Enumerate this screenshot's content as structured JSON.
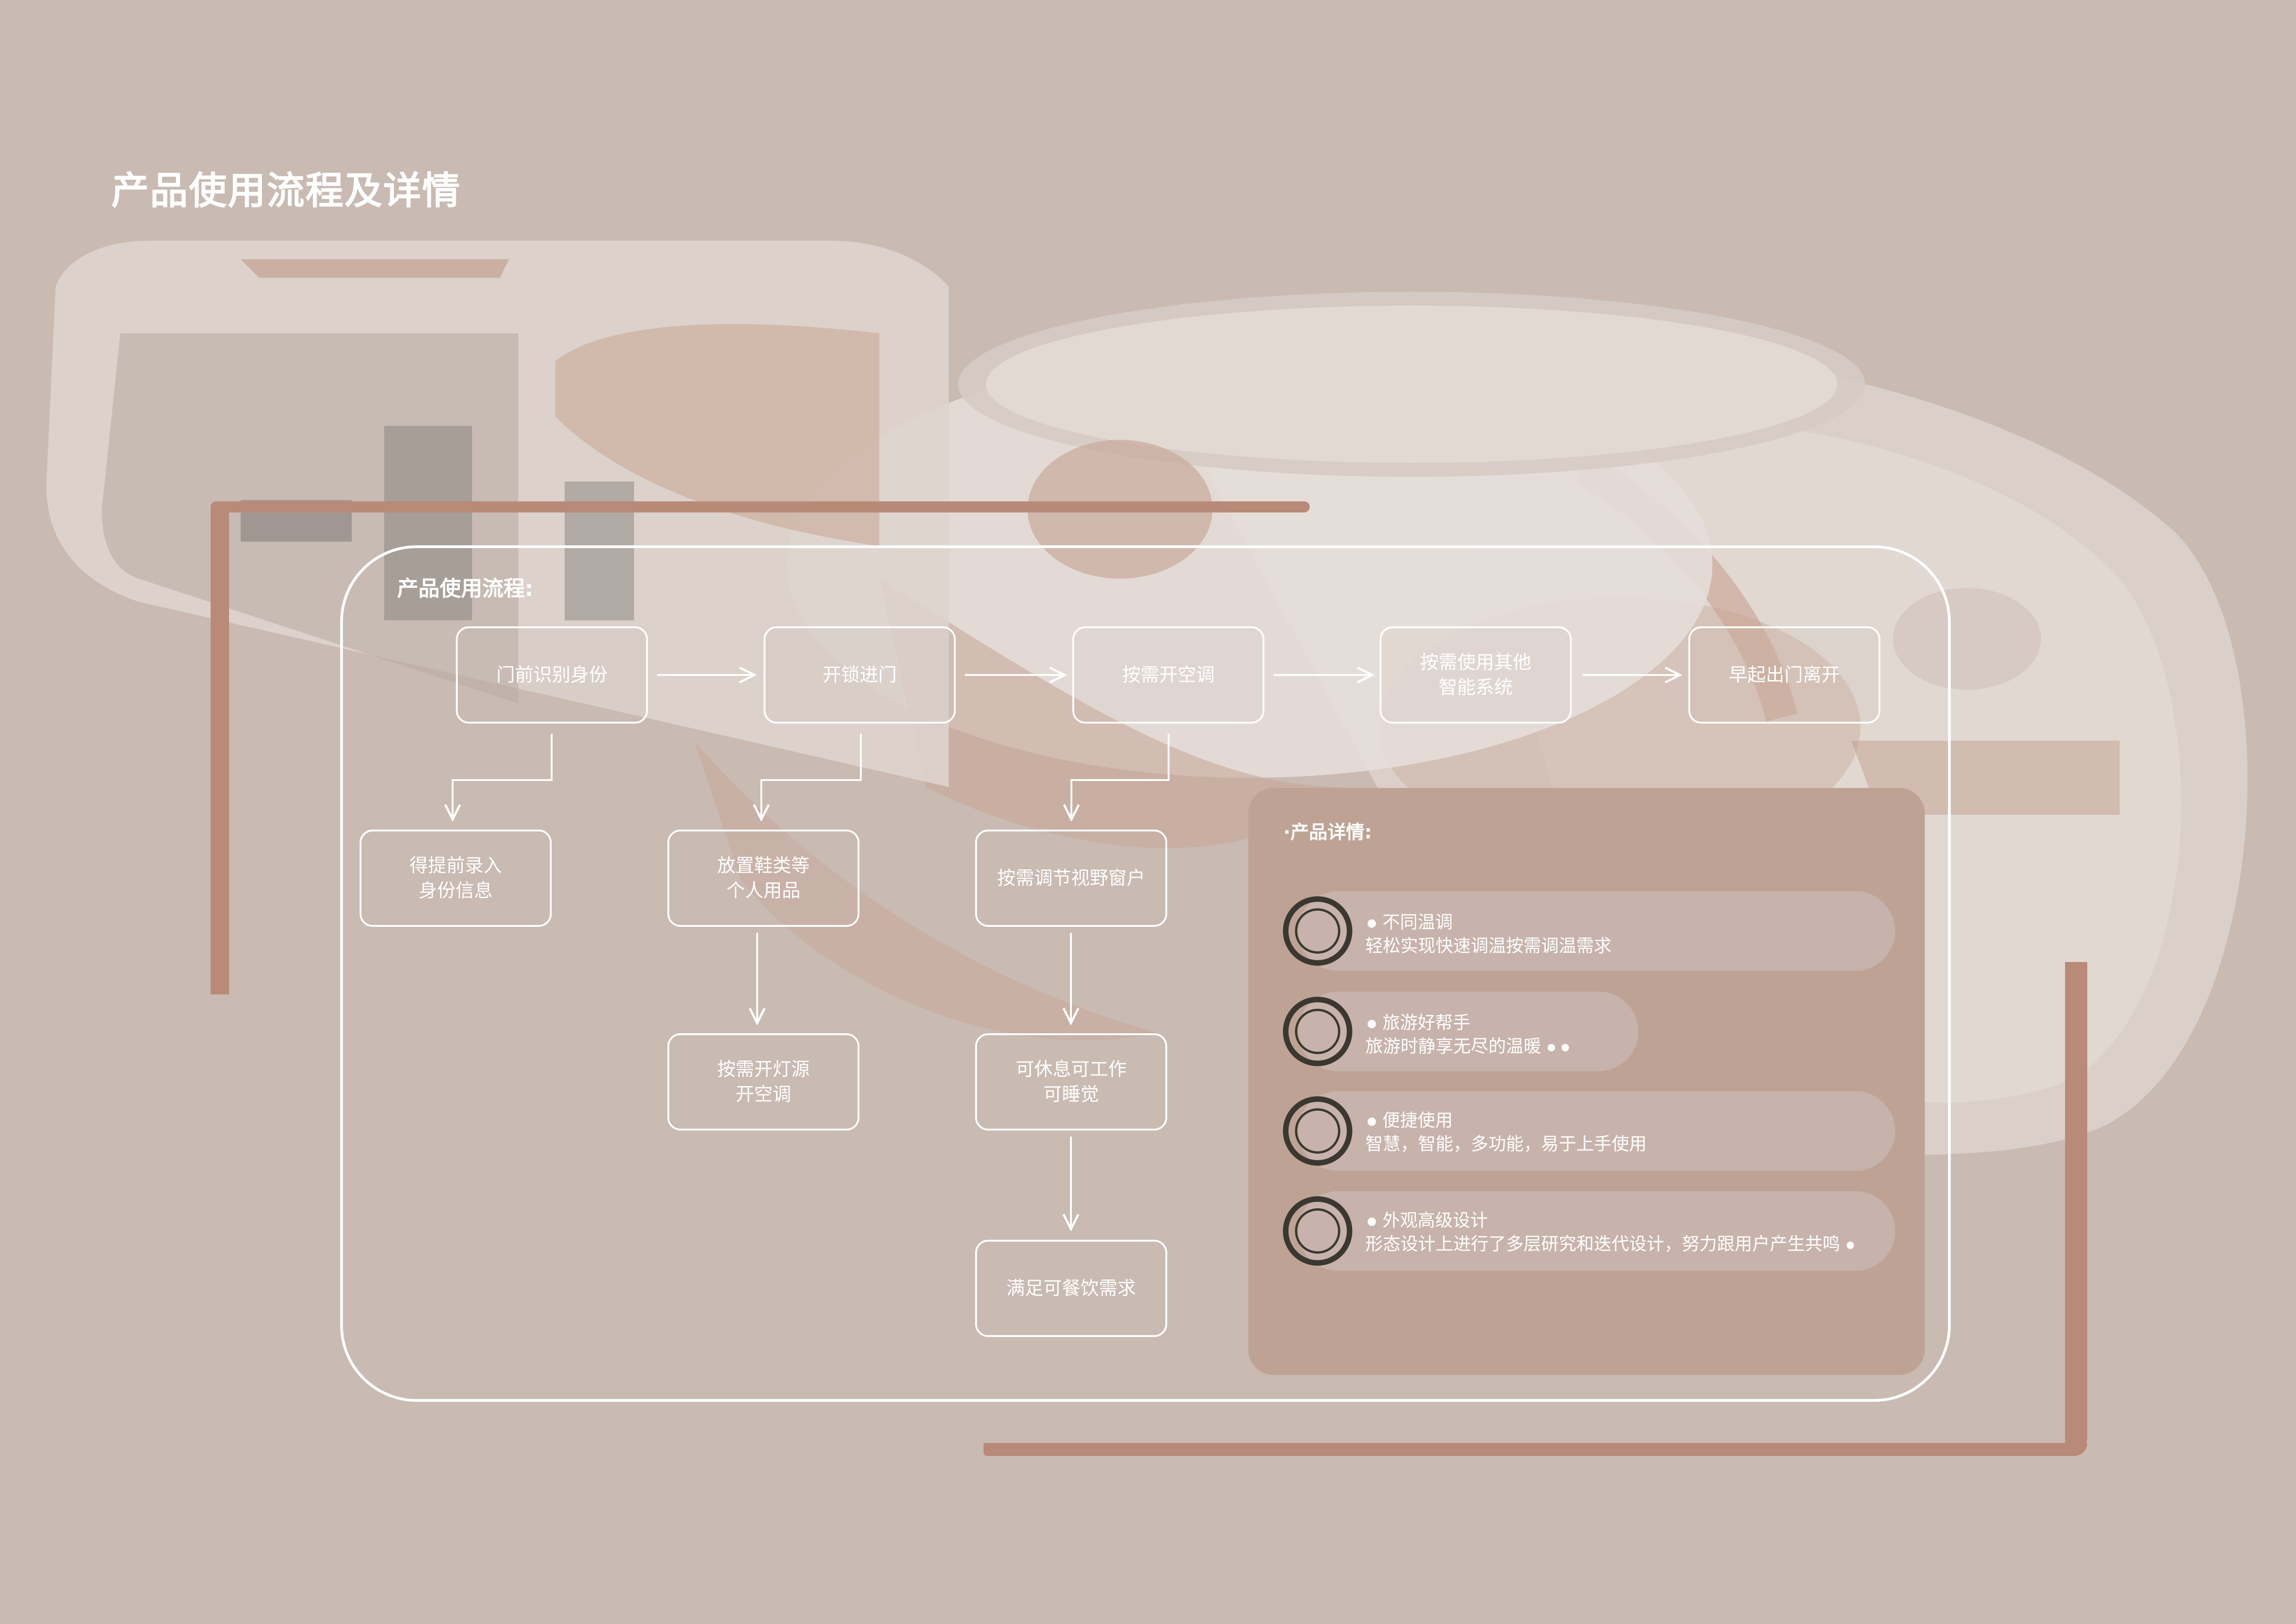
{
  "page": {
    "title": "产品使用流程及详情"
  },
  "flow": {
    "heading": "产品使用流程:",
    "main_steps": [
      "门前识别身份",
      "开锁进门",
      "按需开空调",
      "按需使用其他\n智能系统",
      "早起出门离开"
    ],
    "branch_1": [
      "得提前录入\n身份信息"
    ],
    "branch_2": [
      "放置鞋类等\n个人用品",
      "按需开灯源\n开空调"
    ],
    "branch_3": [
      "按需调节视野窗户",
      "可休息可工作\n可睡觉",
      "满足可餐饮需求"
    ]
  },
  "details": {
    "heading": "·产品详情:",
    "items": [
      {
        "title": "不同温调",
        "desc": "轻松实现快速调温按需调温需求",
        "trailing_dots": 0
      },
      {
        "title": "旅游好帮手",
        "desc": "旅游时静享无尽的温暖",
        "trailing_dots": 2
      },
      {
        "title": "便捷使用",
        "desc": "智慧，智能，多功能，易于上手使用",
        "trailing_dots": 0
      },
      {
        "title": "外观高级设计",
        "desc": "形态设计上进行了多层研究和迭代设计，努力跟用户产生共鸣",
        "trailing_dots": 1
      }
    ]
  },
  "colors": {
    "background": "#c9bab2",
    "accent_bracket": "#b98a78",
    "details_panel": "#bea395",
    "pill": "#c7b3ab",
    "ring": "#3a3830"
  }
}
